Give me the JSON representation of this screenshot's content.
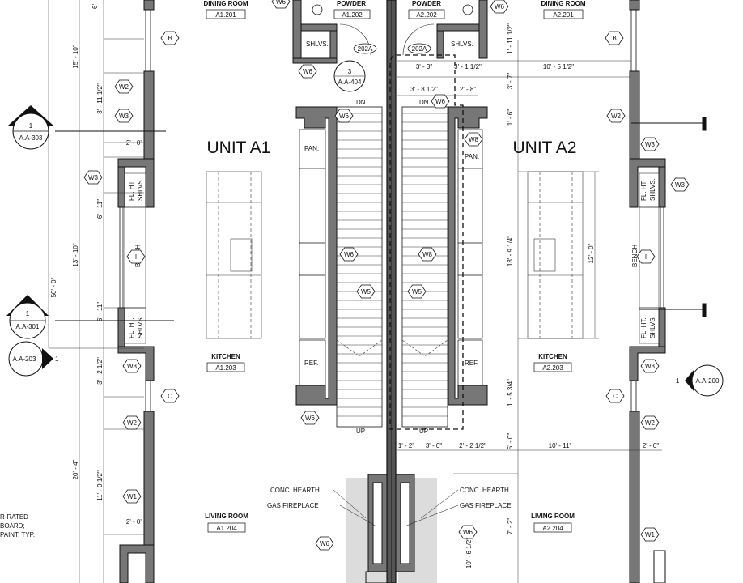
{
  "units": {
    "left": "UNIT A1",
    "right": "UNIT A2"
  },
  "rooms": [
    {
      "id": "dining-left",
      "name": "DINING ROOM",
      "tag": "A1.201"
    },
    {
      "id": "powder-left",
      "name": "POWDER",
      "tag": "A1.202"
    },
    {
      "id": "powder-right",
      "name": "POWDER",
      "tag": "A2.202"
    },
    {
      "id": "dining-right",
      "name": "DINING ROOM",
      "tag": "A2.201"
    },
    {
      "id": "kitchen-left",
      "name": "KITCHEN",
      "tag": "A1.203"
    },
    {
      "id": "kitchen-right",
      "name": "KITCHEN",
      "tag": "A2.203"
    },
    {
      "id": "living-left",
      "name": "LIVING ROOM",
      "tag": "A1.204"
    },
    {
      "id": "living-right",
      "name": "LIVING ROOM",
      "tag": "A2.204"
    }
  ],
  "labels": {
    "shlvs": "SHLVS.",
    "door_202a": "202A",
    "pan": "PAN.",
    "ref": "REF.",
    "dn": "DN",
    "up": "UP",
    "bench": "BENCH",
    "fl_ht": "FL. HT.",
    "conc_hearth": "CONC. HEARTH",
    "gas_fireplace": "GAS FIREPLACE",
    "note": [
      "R-RATED",
      "BOARD;",
      "PAINT; TYP."
    ]
  },
  "callouts": {
    "detail_num": "3",
    "detail_sheet": "A.A-404",
    "sec_303_num": "1",
    "sec_303_sheet": "A.A-303",
    "sec_301_num": "1",
    "sec_301_sheet": "A.A-301",
    "elev_203_sheet": "A.A-203",
    "elev_203_num": "1",
    "elev_200_num": "1",
    "elev_200_sheet": "A.A-200"
  },
  "tags": {
    "w1": "W1",
    "w2": "W2",
    "w3": "W3",
    "w5": "W5",
    "w6": "W6",
    "w8": "W8",
    "b": "B",
    "c": "C",
    "i": "I"
  },
  "dimensions": {
    "d_6": "6'",
    "d_15_10": "15' - 10\"",
    "d_8_11h": "8' - 11 1/2\"",
    "d_2_0": "2' - 0\"",
    "d_6_11": "6' - 11\"",
    "d_13_10": "13' - 10\"",
    "d_50_0": "50' - 0\"",
    "d_3_2h": "3' - 2 1/2\"",
    "d_20_4": "20' - 4\"",
    "d_11_0h": "11' - 0 1/2\"",
    "d_1_11h": "1' - 11 1/2\"",
    "d_3_3": "3' - 3\"",
    "d_3_1h": "3' - 1 1/2\"",
    "d_10_5h": "10' - 5 1/2\"",
    "d_3_7": "3' - 7\"",
    "d_3_8h": "3' - 8 1/2\"",
    "d_2_8": "2' - 8\"",
    "d_1_6": "1' - 6\"",
    "d_18_9q": "18' - 9 1/4\"",
    "d_12_0": "12' - 0\"",
    "d_1_5q": "1' - 5 3/4\"",
    "d_5_0": "5' - 0\"",
    "d_1_2": "1' - 2\"",
    "d_3_0": "3' - 0\"",
    "d_2_2h": "2' - 2 1/2\"",
    "d_10_11": "10' - 11\"",
    "d_7_2": "7' - 2\"",
    "d_10_6h": "10' - 6 1/2\""
  }
}
